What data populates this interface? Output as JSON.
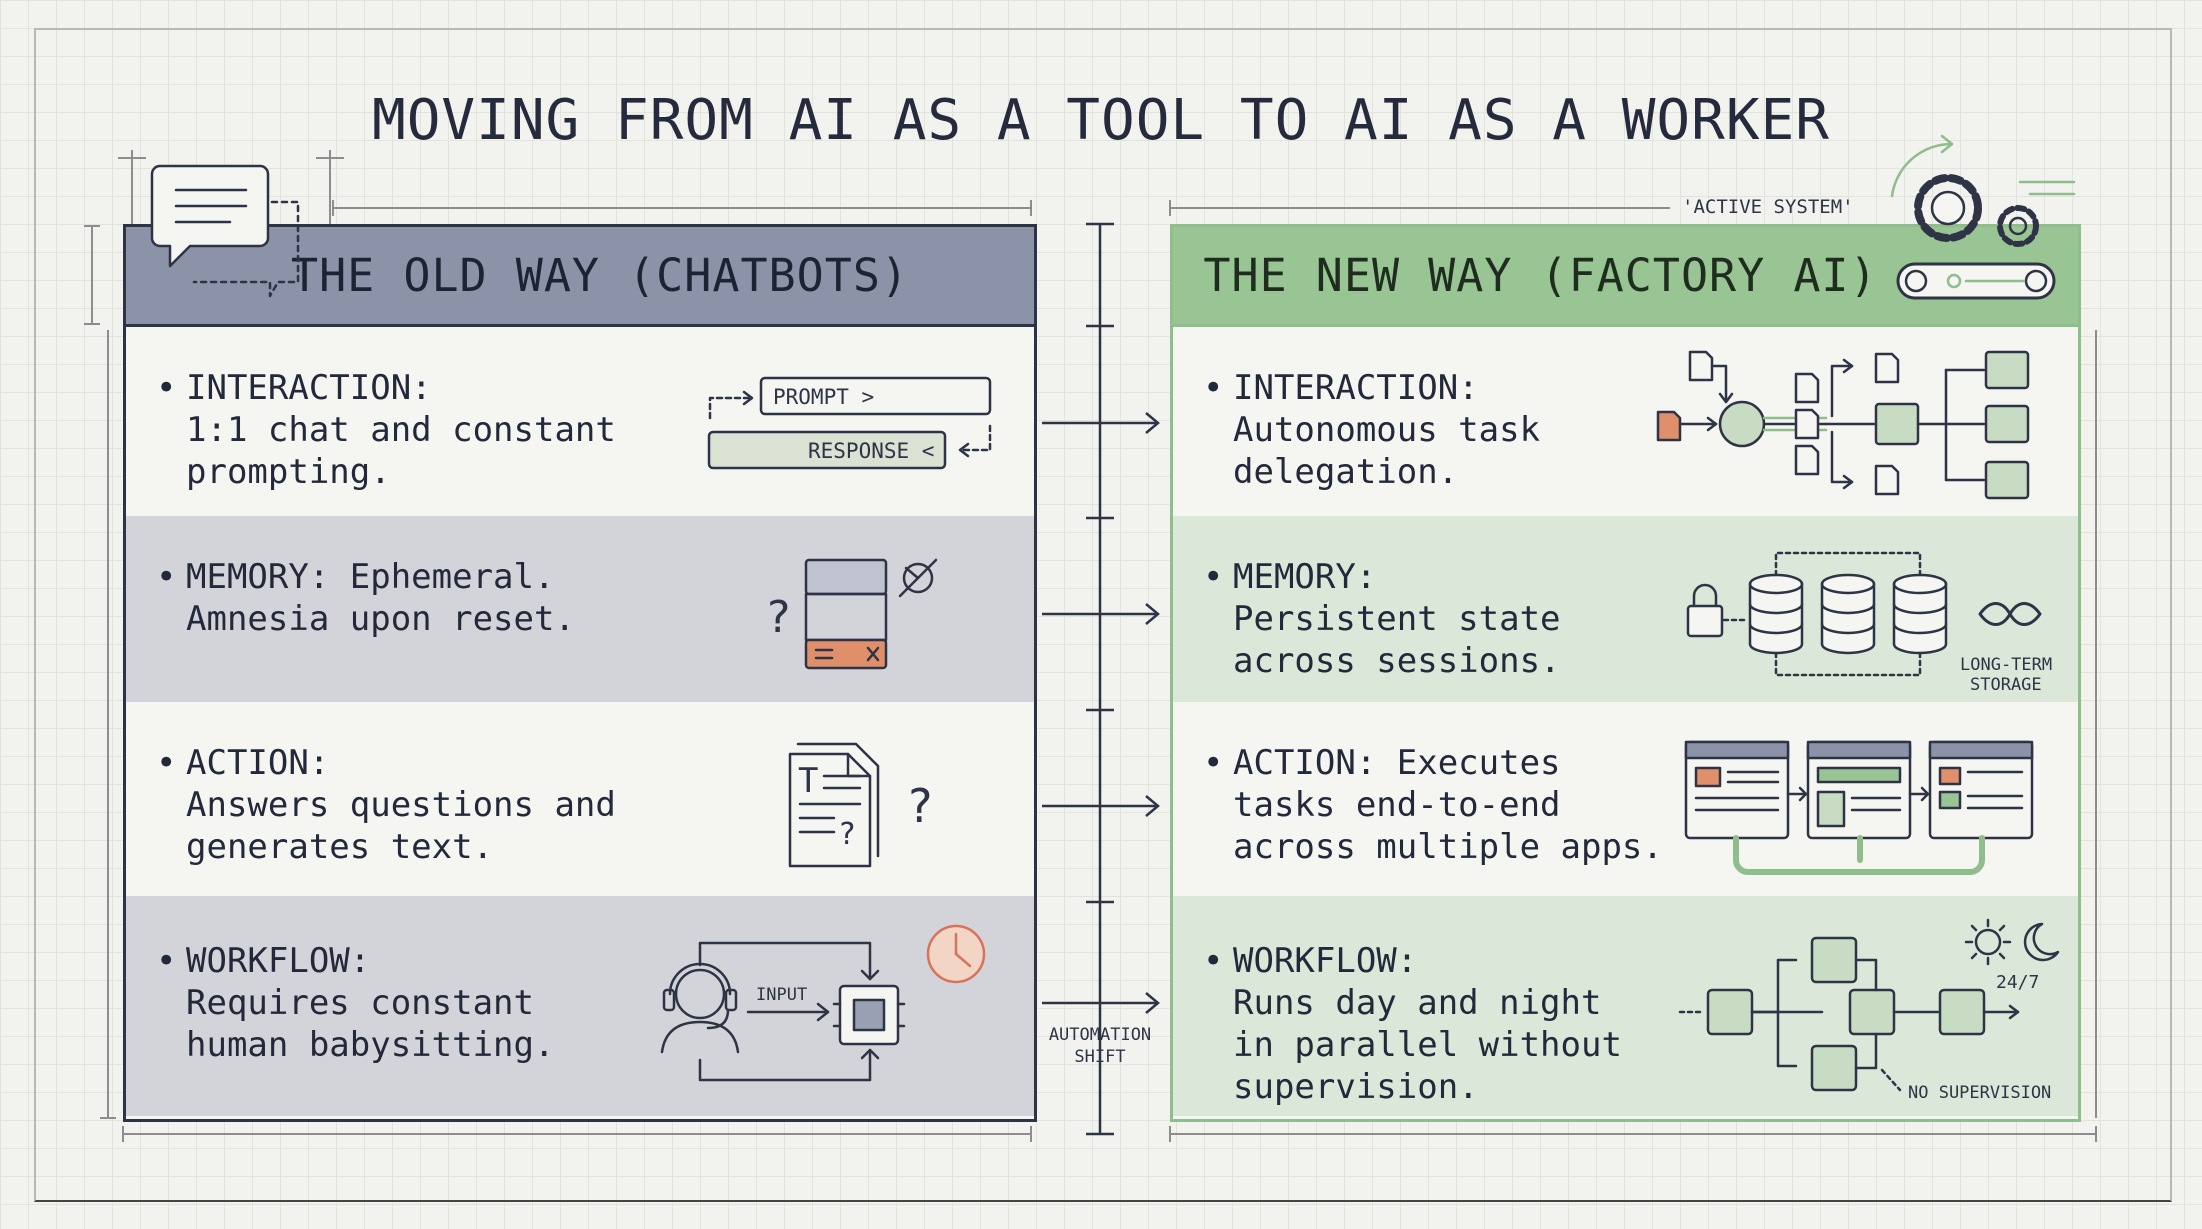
{
  "title": "MOVING FROM AI AS A TOOL TO AI AS A WORKER",
  "old_way": {
    "header": "THE OLD WAY (CHATBOTS)",
    "rows": [
      {
        "text": "INTERACTION:\n1:1 chat and constant\nprompting.",
        "icon": "prompt-response-icon"
      },
      {
        "text": "MEMORY: Ephemeral.\nAmnesia upon reset.",
        "icon": "amnesia-memory-icon"
      },
      {
        "text": "ACTION:\nAnswers questions and\ngenerates text.",
        "icon": "text-document-question-icon"
      },
      {
        "text": "WORKFLOW:\nRequires constant\nhuman babysitting.",
        "icon": "human-input-loop-icon"
      }
    ],
    "prompt_label": "PROMPT >",
    "response_label": "RESPONSE <",
    "input_label": "INPUT"
  },
  "new_way": {
    "header": "THE NEW WAY (FACTORY AI)",
    "rows": [
      {
        "text": "INTERACTION:\nAutonomous task\ndelegation.",
        "icon": "task-delegation-icon"
      },
      {
        "text": "MEMORY:\nPersistent state\nacross sessions.",
        "icon": "database-storage-icon"
      },
      {
        "text": "ACTION: Executes\ntasks end-to-end\nacross multiple apps.",
        "icon": "multi-app-icon"
      },
      {
        "text": "WORKFLOW:\nRuns day and night\nin parallel without\nsupervision.",
        "icon": "parallel-workflow-icon"
      }
    ],
    "active_system_label": "'ACTIVE SYSTEM'",
    "storage_label": [
      "LONG-TERM",
      "STORAGE"
    ],
    "always_on_label": "24/7",
    "no_supervision_label": "NO SUPERVISION"
  },
  "center": {
    "shift_label": [
      "AUTOMATION",
      "SHIFT"
    ]
  },
  "colors": {
    "old_header": "#8c93a8",
    "new_header": "#99c494",
    "old_shade": "#d3d4d9",
    "new_shade": "#dbe7d8",
    "accent_orange": "#e08f6b",
    "green_line": "#8fbd8b",
    "ink": "#2e3446"
  }
}
